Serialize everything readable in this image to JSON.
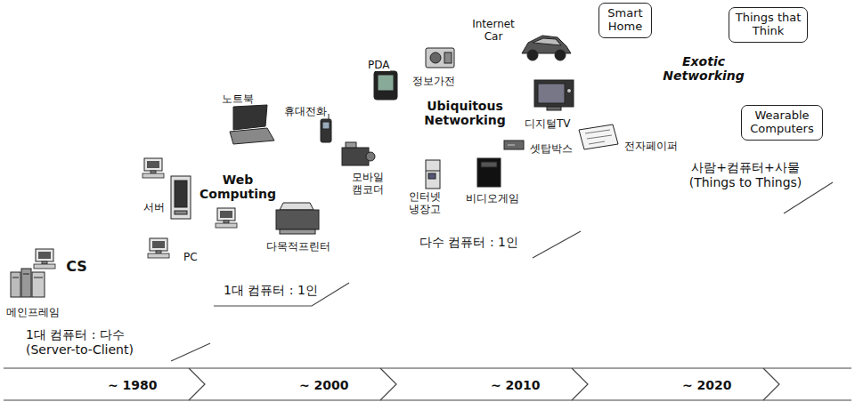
{
  "diagram": {
    "nodes": [
      {
        "text": [
          "CS"
        ]
      },
      {
        "text": [
          "Web Computing"
        ]
      },
      {
        "text": [
          "Ubiquitous Networking"
        ]
      },
      {
        "text": [
          "Smart Home"
        ]
      },
      {
        "text": [
          "Things that Think"
        ]
      },
      {
        "text": [
          "Exotic Networking"
        ]
      },
      {
        "text": [
          "Wearable Computers"
        ]
      }
    ],
    "labels": [
      "메인프레임",
      "PC",
      "서버",
      "노트북",
      "다목적프린터",
      "휴대전화",
      "PDA",
      "모바일 캠코더",
      "정보가전",
      "Internet Car",
      "디지털TV",
      "셋탑박스",
      "인터넷 냉장고",
      "비디오게임",
      "전자페이퍼",
      "사람+컴퓨터+사물 (Things to Things)",
      "다수 컴퓨터 : 1인",
      "1대 컴퓨터 : 1인",
      "1대 컴퓨터 : 다수 (Server-to-Client)",
      "~ 1980",
      "~ 2000",
      "~ 2010",
      "~ 2020"
    ]
  }
}
